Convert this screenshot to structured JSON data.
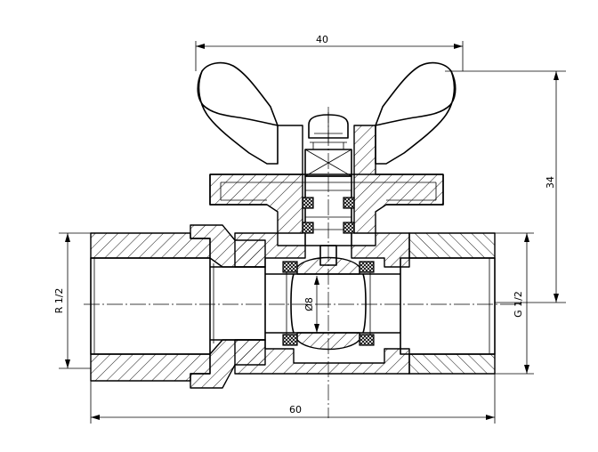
{
  "dimensions": {
    "top_width": "40",
    "height": "34",
    "total_length": "60",
    "bore": "Ø8",
    "left_thread": "R 1/2",
    "right_thread": "G 1/2"
  },
  "colors": {
    "line": "#000000",
    "background": "#ffffff"
  }
}
